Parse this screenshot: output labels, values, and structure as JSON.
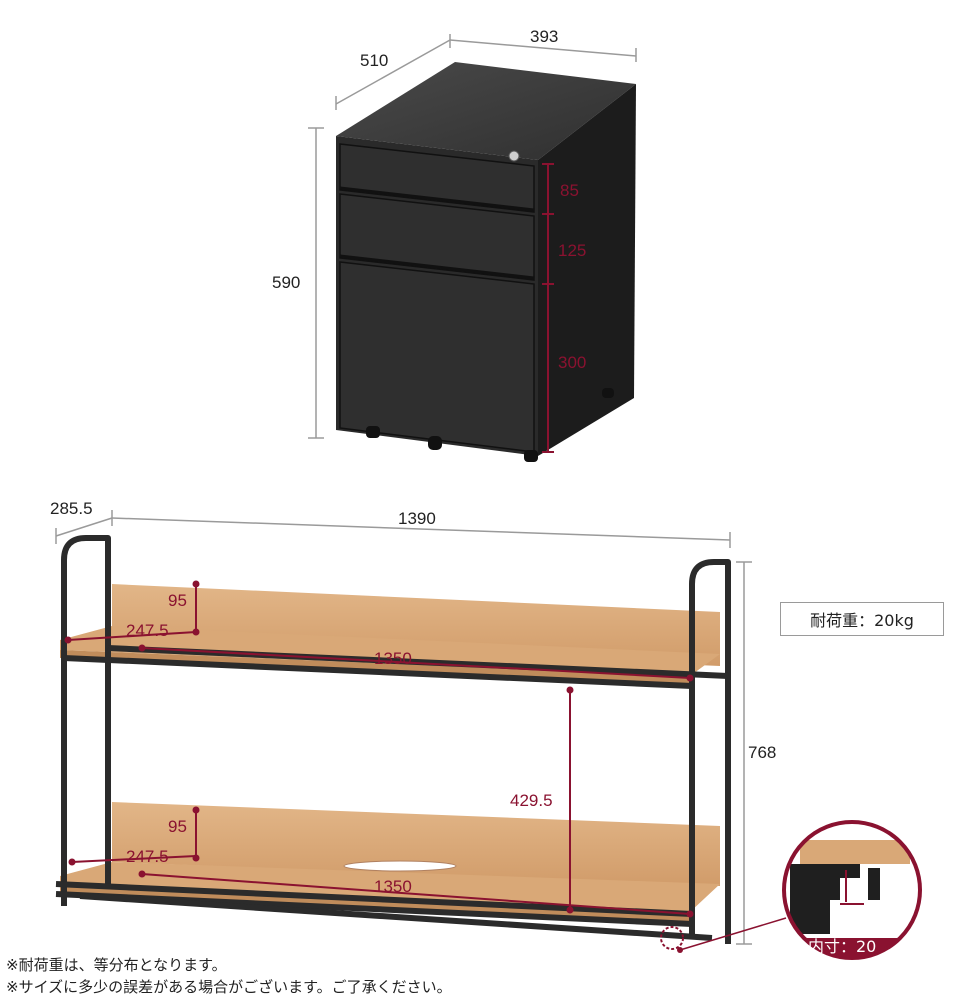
{
  "cabinet": {
    "width": "393",
    "depth": "510",
    "height": "590",
    "drawers": [
      "85",
      "125",
      "300"
    ]
  },
  "shelf": {
    "depth": "285.5",
    "width": "1390",
    "height": "768",
    "upper": {
      "board_height": "95",
      "board_depth": "247.5",
      "board_width": "1350"
    },
    "lower": {
      "board_height": "95",
      "board_depth": "247.5",
      "board_width": "1350"
    },
    "clearance": "429.5",
    "load_capacity": "耐荷重：20kg",
    "inner_size": "内寸：20"
  },
  "notes": [
    "※耐荷重は、等分布となります。",
    "※サイズに多少の誤差がある場合がございます。ご了承ください。"
  ],
  "colors": {
    "accent": "#8a1230",
    "steel": "#2b2b2b",
    "wood": "#d9a877"
  }
}
